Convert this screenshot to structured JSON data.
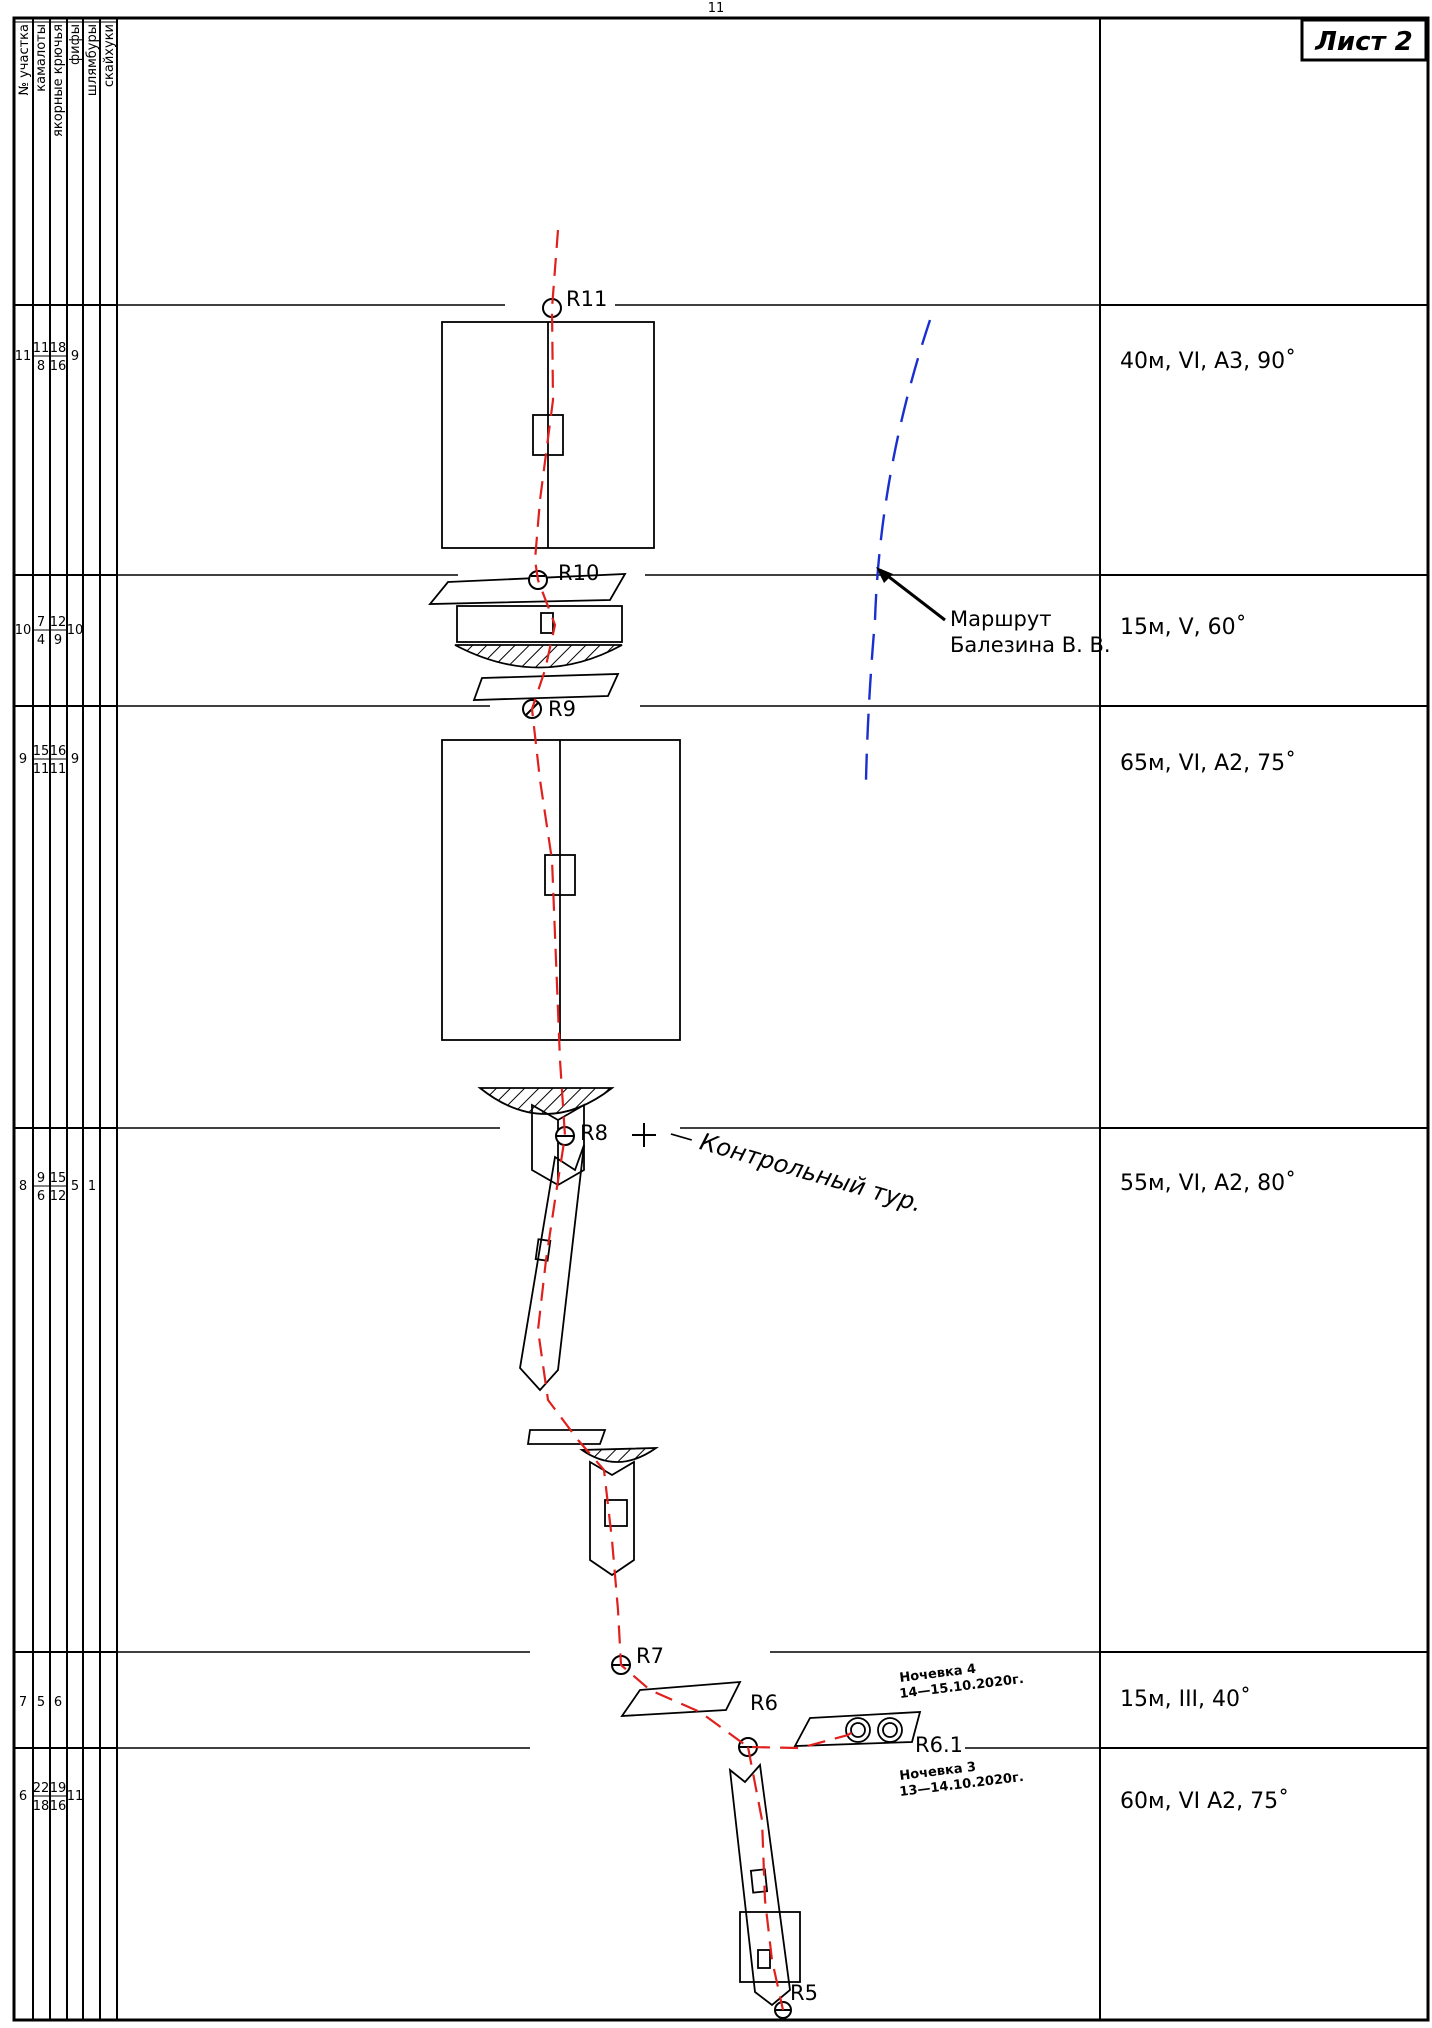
{
  "page_number": "11",
  "sheet_label": "Лист 2",
  "column_headers": [
    "№ участка",
    "камалоты",
    "якорные крючья",
    "фифы",
    "шлямбуры",
    "скайхуки"
  ],
  "sections": [
    {
      "num": "11",
      "kam_top": "11",
      "kam_bot": "8",
      "hook_top": "18",
      "hook_bot": "16",
      "fifi": "9",
      "bolts": "",
      "sky": "",
      "desc": "40м,  VI,  A3,  90˚"
    },
    {
      "num": "10",
      "kam_top": "7",
      "kam_bot": "4",
      "hook_top": "12",
      "hook_bot": "9",
      "fifi": "10",
      "bolts": "",
      "sky": "",
      "desc": "15м,  V,  60˚"
    },
    {
      "num": "9",
      "kam_top": "15",
      "kam_bot": "11",
      "hook_top": "16",
      "hook_bot": "11",
      "fifi": "9",
      "bolts": "",
      "sky": "",
      "desc": "65м,  VI,  A2,  75˚"
    },
    {
      "num": "8",
      "kam_top": "9",
      "kam_bot": "6",
      "hook_top": "15",
      "hook_bot": "12",
      "fifi": "5",
      "bolts": "1",
      "sky": "",
      "desc": "55м,  VI,  A2,  80˚"
    },
    {
      "num": "7",
      "kam_single": "5",
      "hook_single": "6",
      "fifi": "",
      "bolts": "",
      "sky": "",
      "desc": "15м,  III,  40˚"
    },
    {
      "num": "6",
      "kam_top": "22",
      "kam_bot": "18",
      "hook_top": "19",
      "hook_bot": "16",
      "fifi": "11",
      "bolts": "",
      "sky": "",
      "desc": "60м,  VI  A2,  75˚"
    }
  ],
  "points": {
    "r11": "R11",
    "r10": "R10",
    "r9": "R9",
    "r8": "R8",
    "r7": "R7",
    "r6": "R6",
    "r61": "R6.1",
    "r5": "R5"
  },
  "annotations": {
    "route_line1": "Маршрут",
    "route_line2": "Балезина  В. В.",
    "control_cairn": "— Контрольный  тур.",
    "bivouac4_line1": "Ночевка 4",
    "bivouac4_line2": "14—15.10.2020г.",
    "bivouac3_line1": "Ночевка 3",
    "bivouac3_line2": "13—14.10.2020г."
  },
  "colors": {
    "route_red": "#e0201c",
    "alt_route_blue": "#1a2fd0",
    "ink": "#000000"
  }
}
